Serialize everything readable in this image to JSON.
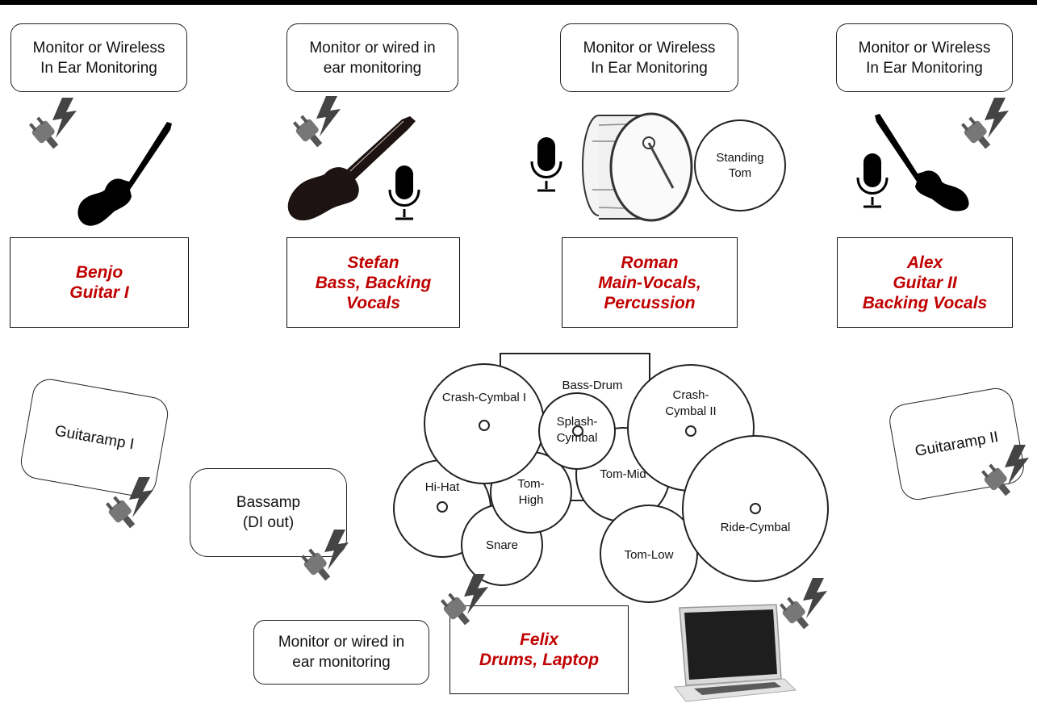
{
  "monitors": {
    "benjo": "Monitor or Wireless\nIn Ear Monitoring",
    "stefan": "Monitor or wired in\near monitoring",
    "roman": "Monitor or Wireless\nIn Ear Monitoring",
    "alex": "Monitor or Wireless\nIn Ear Monitoring",
    "felix": "Monitor or wired in\near monitoring"
  },
  "members": {
    "benjo": "Benjo\nGuitar I",
    "stefan": "Stefan\nBass, Backing\nVocals",
    "roman": "Roman\nMain-Vocals,\nPercussion",
    "alex": "Alex\nGuitar II\nBacking Vocals",
    "felix": "Felix\nDrums, Laptop"
  },
  "amps": {
    "guitar1": "Guitaramp I",
    "bass": "Bassamp\n(DI out)",
    "guitar2": "Guitaramp II"
  },
  "drums": {
    "standing_tom": [
      "Standing",
      "Tom"
    ],
    "bass_drum": "Bass-Drum",
    "crash1": "Crash-Cymbal I",
    "splash": [
      "Splash-",
      "Cymbal"
    ],
    "crash2": [
      "Crash-",
      "Cymbal II"
    ],
    "hihat": "Hi-Hat",
    "tom_high": [
      "Tom-",
      "High"
    ],
    "tom_mid": "Tom-Mid",
    "snare": "Snare",
    "tom_low": "Tom-Low",
    "ride": "Ride-Cymbal"
  },
  "colors": {
    "member_name": "#c00000",
    "outline": "#222222",
    "plug": "#555555"
  }
}
